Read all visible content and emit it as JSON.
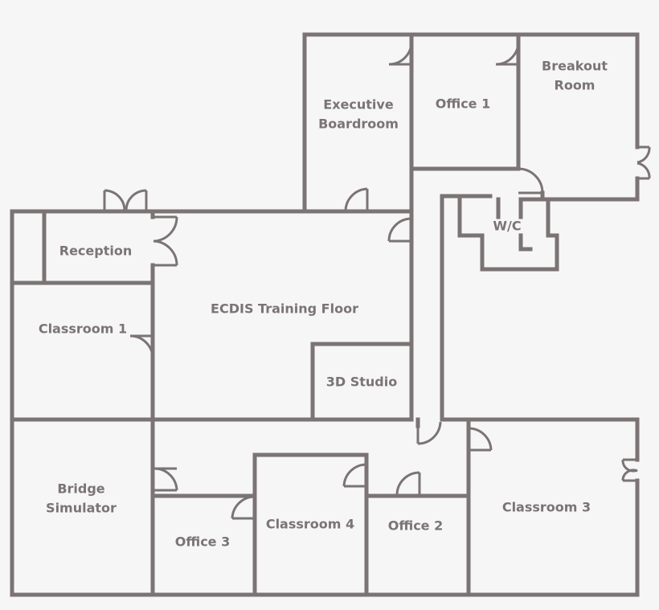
{
  "colors": {
    "background": "#f6f6f6",
    "wall": "#7b7374",
    "text": "#7b7374"
  },
  "rooms": {
    "executive_boardroom": [
      "Executive",
      "Boardroom"
    ],
    "office_1": "Office 1",
    "breakout_room": [
      "Breakout",
      "Room"
    ],
    "reception": "Reception",
    "wc": "W/C",
    "ecdis_training_floor": "ECDIS Training Floor",
    "classroom_1": "Classroom 1",
    "studio_3d": "3D Studio",
    "bridge_simulator": [
      "Bridge",
      "Simulator"
    ],
    "classroom_3": "Classroom 3",
    "classroom_4": "Classroom 4",
    "office_2": "Office 2",
    "office_3": "Office 3"
  }
}
